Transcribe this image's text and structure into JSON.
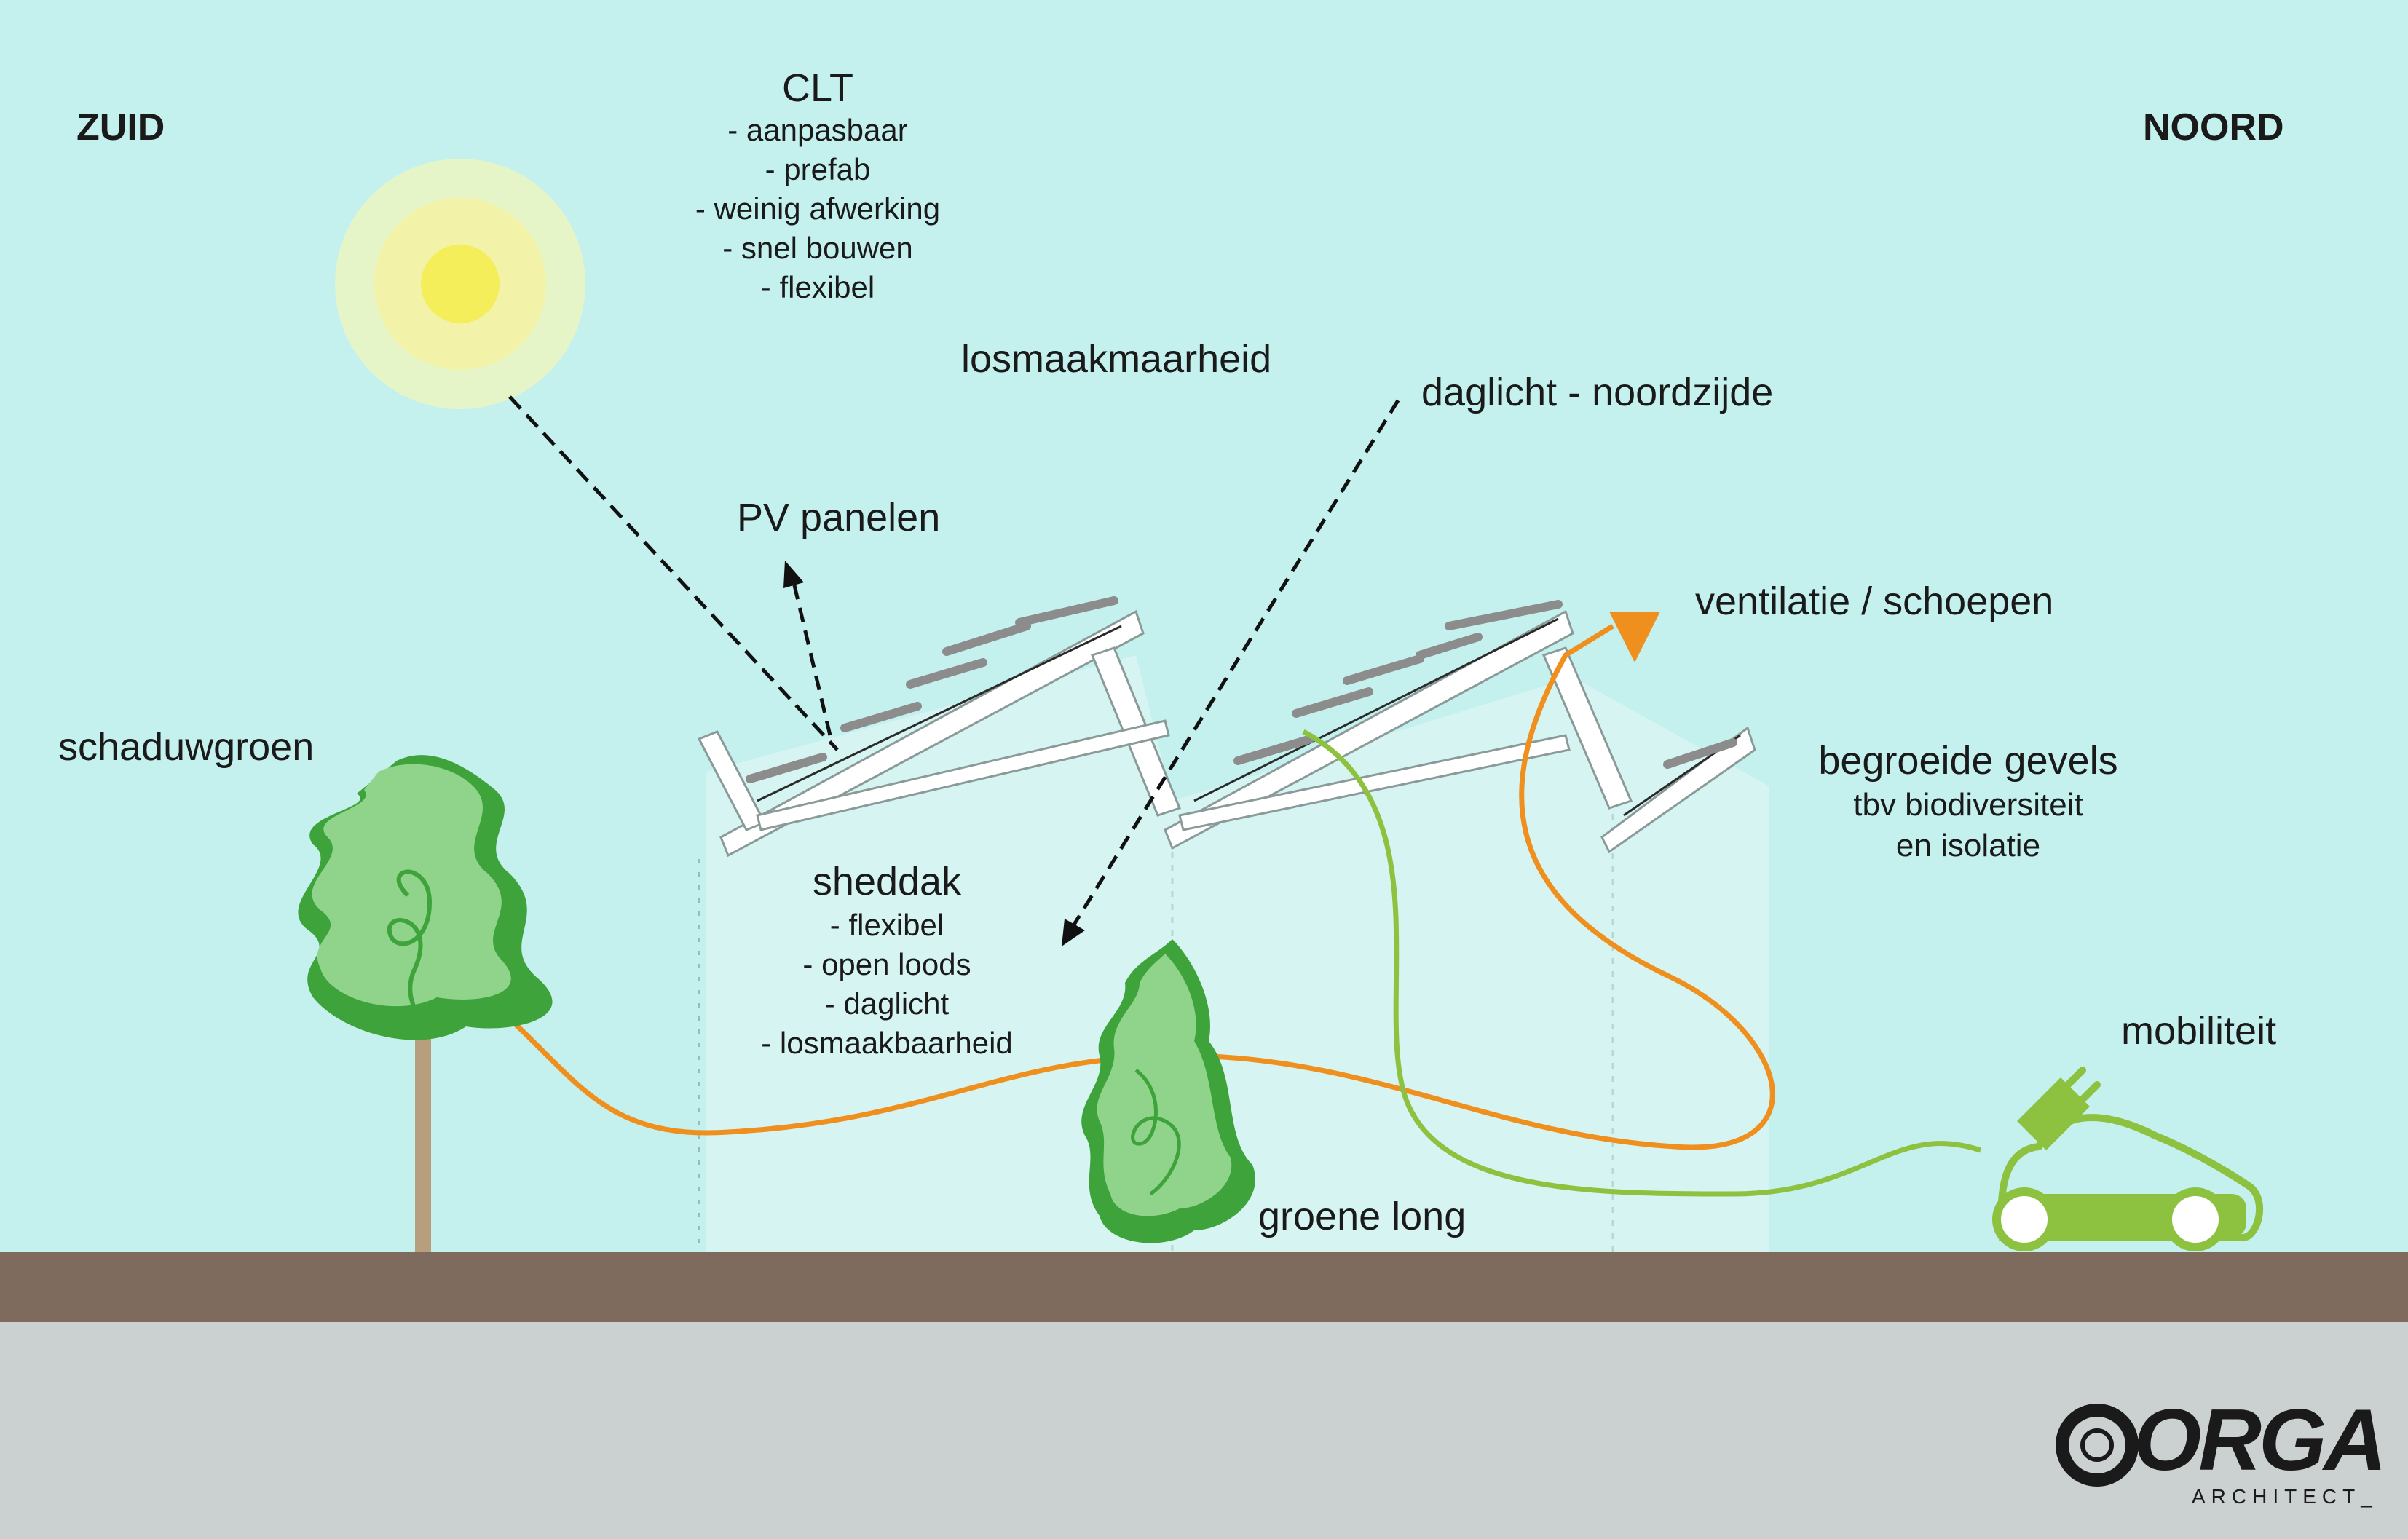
{
  "orientation": {
    "south": "ZUID",
    "north": "NOORD"
  },
  "clt": {
    "title": "CLT",
    "points": [
      "- aanpasbaar",
      "- prefab",
      "- weinig afwerking",
      "- snel bouwen",
      "- flexibel"
    ]
  },
  "labels": {
    "disassembly": "losmaakmaarheid",
    "daylight_north": "daglicht - noordzijde",
    "pv": "PV panelen",
    "ventilation": "ventilatie / schoepen",
    "shade_green": "schaduwgroen",
    "green_facades": "begroeide gevels",
    "green_facades_sub1": "tbv biodiversiteit",
    "green_facades_sub2": "en isolatie",
    "mobility": "mobiliteit",
    "green_lung": "groene long"
  },
  "sheddak": {
    "title": "sheddak",
    "points": [
      "- flexibel",
      "- open loods",
      "- daglicht",
      "- losmaakbaarheid"
    ]
  },
  "logo": {
    "name": "ORGA",
    "sub": "ARCHITECT_"
  },
  "colors": {
    "sky": "#c4f0ee",
    "earth": "#7e6b5e",
    "pavement": "#cbd0d1",
    "tree_light": "#8fd48a",
    "tree_dark": "#3da33a",
    "orange": "#ef8f1d",
    "lime": "#8cc23f",
    "sun": "#f4ee5a"
  }
}
